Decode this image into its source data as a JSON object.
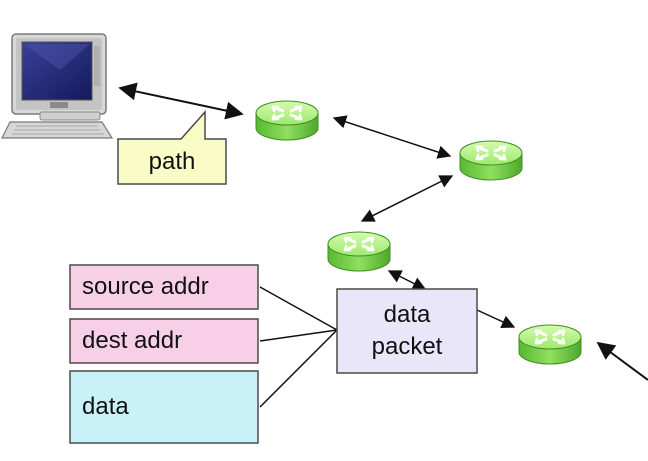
{
  "callout": {
    "label": "path"
  },
  "header_fields": [
    {
      "label": "source addr",
      "fill": "#f7d0e8"
    },
    {
      "label": "dest addr",
      "fill": "#f7d0e8"
    },
    {
      "label": "data",
      "fill": "#c9f2f8"
    }
  ],
  "packet": {
    "line1": "data",
    "line2": "packet",
    "fill": "#e8e6f8"
  },
  "colors": {
    "router_body": "#7ed957",
    "router_top": "#b6f08c",
    "callout_fill": "#fafcc8",
    "border": "#4a4a4a",
    "arrow": "#111111"
  },
  "icons": [
    "computer-icon",
    "router-icon"
  ]
}
